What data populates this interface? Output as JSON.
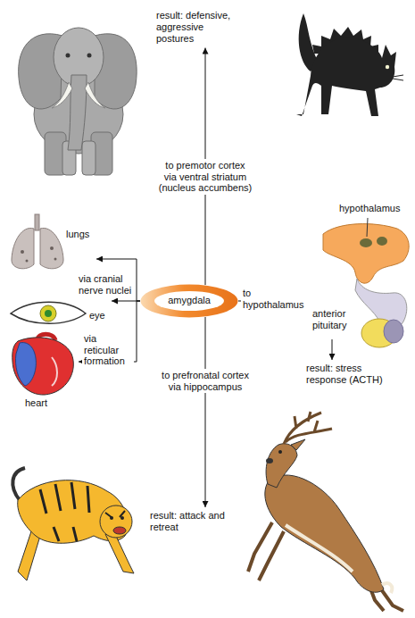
{
  "diagram": {
    "nodes": [
      {
        "text": [
          "result: defensive, aggressive postures"
        ]
      },
      {
        "text": [
          "hypothalamus",
          "anterior pituitary"
        ]
      },
      {
        "text": [
          "lungs"
        ]
      },
      {
        "text": [
          "amygdala"
        ]
      },
      {
        "text": [
          "eye"
        ]
      },
      {
        "text": [
          "heart"
        ]
      },
      {
        "text": [
          "result: stress response (ACTH)"
        ]
      },
      {
        "text": [
          "result: attack and retreat"
        ]
      }
    ],
    "edges": [
      {
        "from": 3,
        "to": 0,
        "arrow": "to",
        "label": "to premotor cortex via ventral striatum (nucleus accumbens)"
      },
      {
        "from": 3,
        "to": 2,
        "arrow": "to",
        "label": "via cranial nerve nuclei"
      },
      {
        "from": 3,
        "to": 4,
        "arrow": "to"
      },
      {
        "from": 3,
        "to": 5,
        "arrow": "to",
        "label": "via reticular formation"
      },
      {
        "from": 3,
        "to": 1,
        "arrow": "to",
        "label": "to hypothalamus"
      },
      {
        "from": 1,
        "to": 6,
        "arrow": "to"
      },
      {
        "from": 3,
        "to": 7,
        "arrow": "to",
        "label": "to prefronatal cortex via hippocampus"
      }
    ]
  }
}
